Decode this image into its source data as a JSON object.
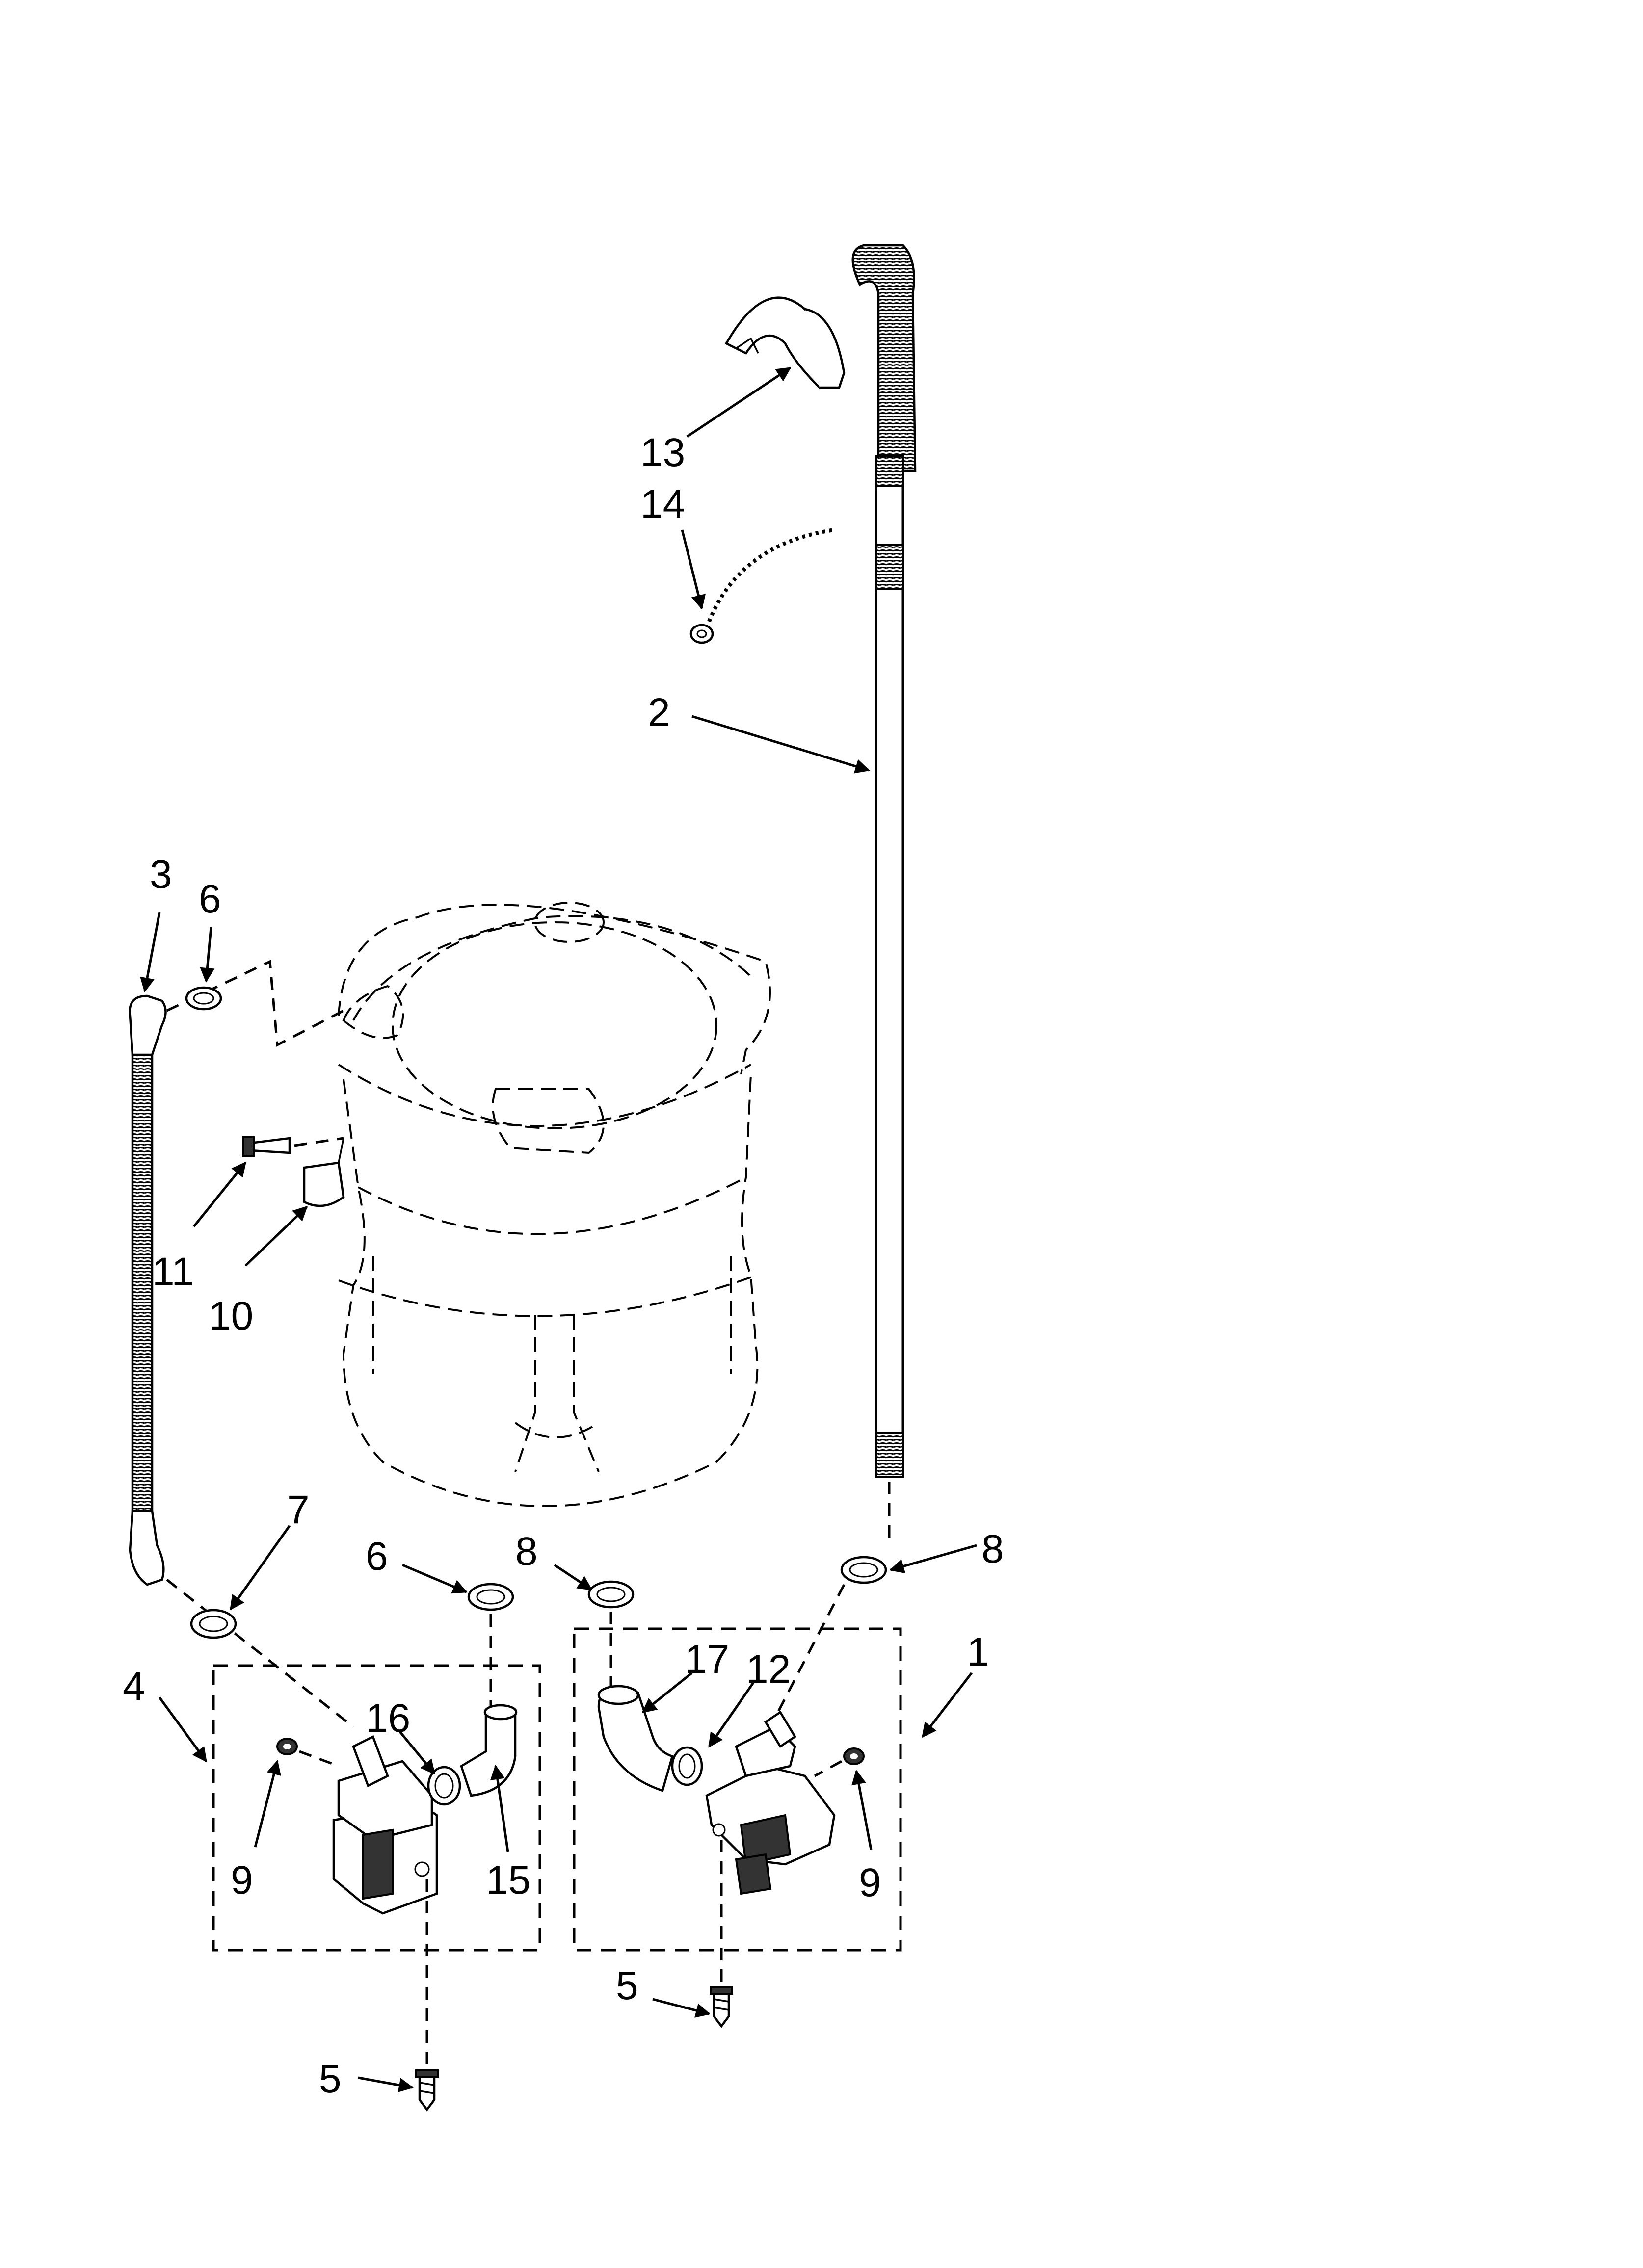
{
  "diagram": {
    "callouts": {
      "c1": "1",
      "c2": "2",
      "c3": "3",
      "c4": "4",
      "c5a": "5",
      "c5b": "5",
      "c6a": "6",
      "c6b": "6",
      "c7": "7",
      "c8a": "8",
      "c8b": "8",
      "c9a": "9",
      "c9b": "9",
      "c10": "10",
      "c11": "11",
      "c12": "12",
      "c13": "13",
      "c14": "14",
      "c15": "15",
      "c16": "16",
      "c17": "17"
    }
  }
}
